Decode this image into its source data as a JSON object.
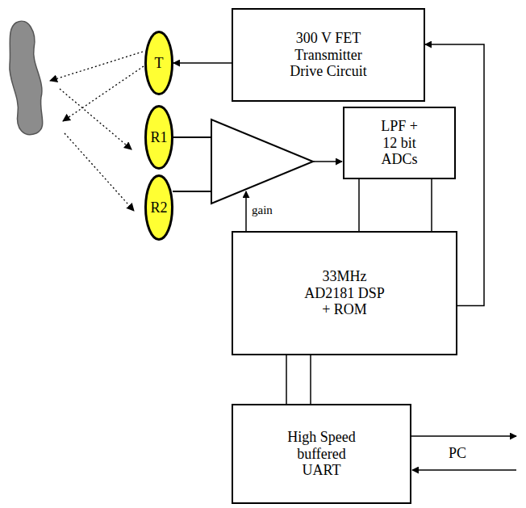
{
  "diagram": {
    "nodes": [
      {
        "text": [
          "T"
        ]
      },
      {
        "text": [
          "300 V FET Transmitter Drive Circuit"
        ]
      },
      {
        "text": [
          "R1"
        ]
      },
      {
        "text": [
          "R2"
        ]
      },
      {
        "text": [
          "LPF + 12 bit ADCs"
        ]
      },
      {
        "text": [
          "33MHz AD2181 DSP + ROM"
        ]
      },
      {
        "text": [
          "High Speed buffered UART"
        ]
      }
    ],
    "edges": [
      {
        "from": 1,
        "to": 0,
        "arrow": "to"
      },
      {
        "from": 5,
        "to": 1,
        "arrow": "to"
      },
      {
        "from": 4,
        "to": 5,
        "arrow": "none"
      },
      {
        "from": 4,
        "to": 5,
        "arrow": "none"
      },
      {
        "from": 5,
        "to": 6,
        "arrow": "none"
      },
      {
        "from": 5,
        "to": 6,
        "arrow": "none"
      }
    ],
    "labels": [
      "gain",
      "PC"
    ]
  }
}
